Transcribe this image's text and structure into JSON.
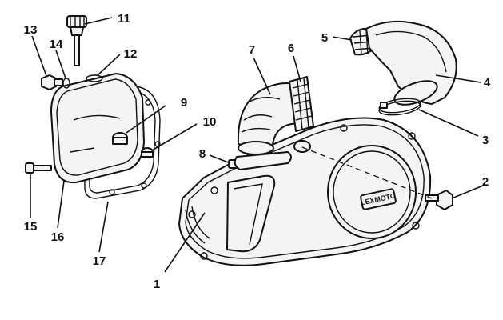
{
  "callouts": {
    "c1": "1",
    "c2": "2",
    "c3": "3",
    "c4": "4",
    "c5": "5",
    "c6": "6",
    "c7": "7",
    "c8": "8",
    "c9": "9",
    "c10": "10",
    "c11": "11",
    "c12": "12",
    "c13": "13",
    "c14": "14",
    "c15": "15",
    "c16": "16",
    "c17": "17"
  },
  "logo_text": "LEXMOTO"
}
